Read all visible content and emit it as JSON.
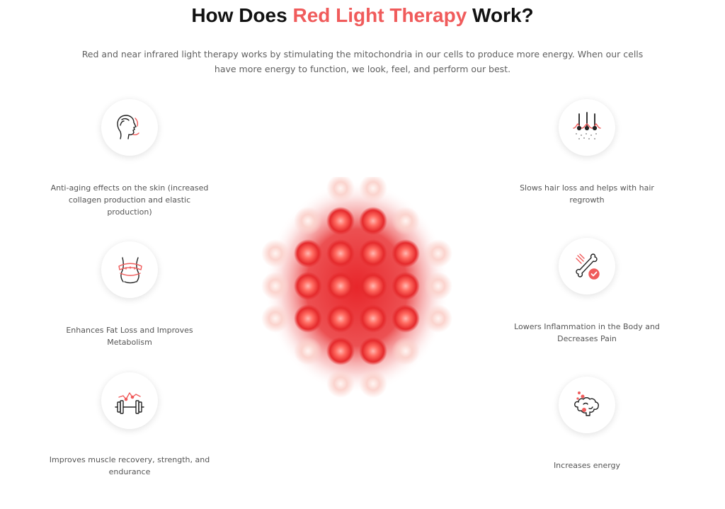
{
  "header": {
    "title_part1": "How Does ",
    "title_accent": "Red Light Therapy",
    "title_part2": " Work?",
    "intro": "Red and near infrared light therapy works by stimulating the mitochondria in our cells to produce more energy. When our cells have more energy to function, we look, feel, and perform our best."
  },
  "benefits": {
    "anti_aging": {
      "text": "Anti-aging effects on the skin (increased collagen production and elastic production)",
      "icon": "face-profile-icon"
    },
    "fat_loss": {
      "text": "Enhances Fat Loss and Improves Metabolism",
      "icon": "waist-measure-icon"
    },
    "muscle": {
      "text": "Improves muscle recovery, strength, and endurance",
      "icon": "dumbbell-icon"
    },
    "hair": {
      "text": "Slows hair loss and helps with hair regrowth",
      "icon": "hair-follicle-icon"
    },
    "inflammation": {
      "text": "Lowers Inflammation in the Body and Decreases Pain",
      "icon": "bone-check-icon"
    },
    "energy": {
      "text": "Increases energy",
      "icon": "brain-energy-icon"
    }
  },
  "colors": {
    "accent": "#f05b5b",
    "title": "#111111",
    "body_text": "#555555",
    "led_red": "#e8262a"
  }
}
